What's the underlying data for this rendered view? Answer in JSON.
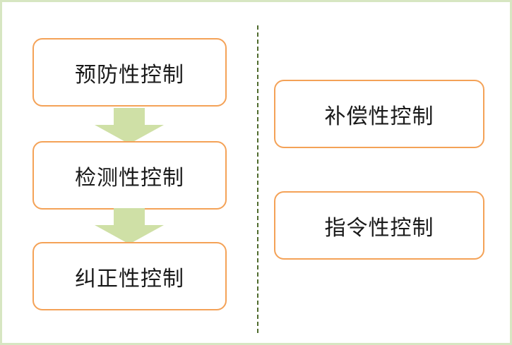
{
  "colors": {
    "frame_border": "#d7e6c2",
    "box_border": "#f4a257",
    "arrow_fill": "#cfe0a6",
    "divider": "#4f6b2d",
    "text": "#1a1a1a"
  },
  "left_column": {
    "boxes": [
      {
        "label": "预防性控制"
      },
      {
        "label": "检测性控制"
      },
      {
        "label": "纠正性控制"
      }
    ],
    "arrow_icon": "down-arrow-icon"
  },
  "right_column": {
    "boxes": [
      {
        "label": "补偿性控制"
      },
      {
        "label": "指令性控制"
      }
    ]
  }
}
